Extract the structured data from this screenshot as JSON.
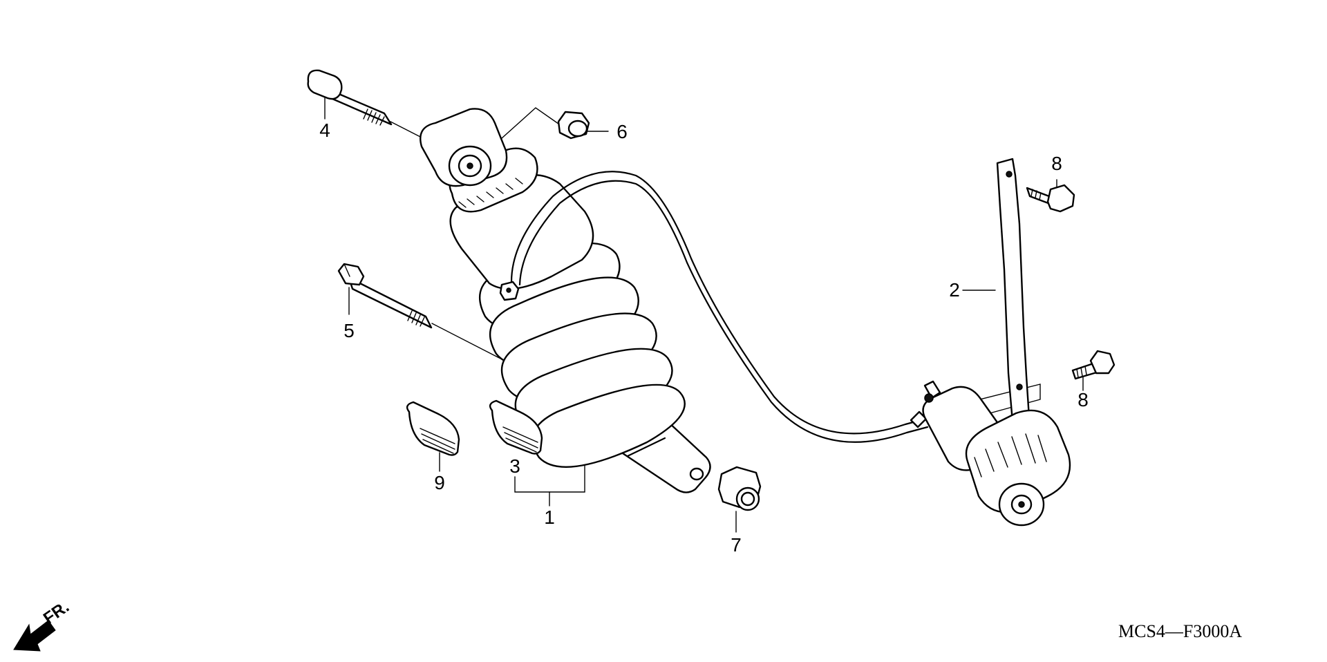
{
  "diagram": {
    "callouts": {
      "c1": "1",
      "c2": "2",
      "c3": "3",
      "c4": "4",
      "c5": "5",
      "c6": "6",
      "c7": "7",
      "c8a": "8",
      "c8b": "8",
      "c9": "9"
    },
    "front_label": "FR.",
    "drawing_code": "MCS4—F3000A"
  }
}
